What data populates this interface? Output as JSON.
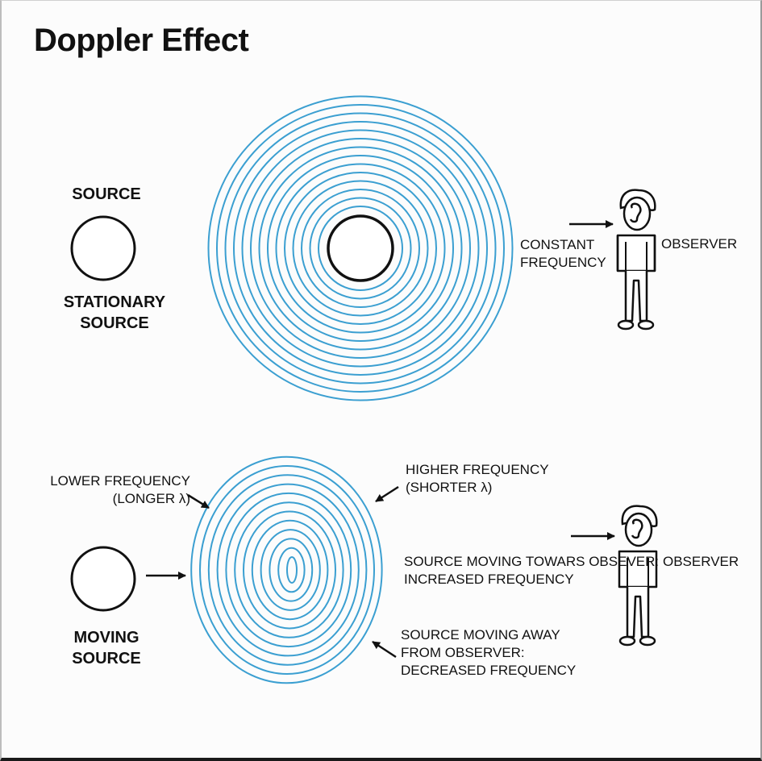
{
  "title": "Doppler Effect",
  "stationary": {
    "source_top_label": "SOURCE",
    "source_caption_line1": "STATIONARY",
    "source_caption_line2": "SOURCE",
    "frequency_line1": "CONSTANT",
    "frequency_line2": "FREQUENCY",
    "observer_label": "OBSERVER"
  },
  "moving": {
    "source_caption_line1": "MOVING",
    "source_caption_line2": "SOURCE",
    "lower_line1": "LOWER FREQUENCY",
    "lower_line2": "(LONGER λ)",
    "higher_line1": "HIGHER FREQUENCY",
    "higher_line2": "(SHORTER λ)",
    "towards_line1": "SOURCE MOVING TOWARS OBSEVER:",
    "towards_line2": "INCREASED FREQUENCY",
    "away_line1": "SOURCE MOVING AWAY",
    "away_line2": "FROM OBSERVER:",
    "away_line3": "DECREASED FREQUENCY",
    "observer_label": "OBSERVER"
  },
  "colors": {
    "wave": "#3b9fd1",
    "ink": "#111111",
    "ear": "#ffffff"
  },
  "icons": {
    "source": "circle",
    "observer": "person-with-ear-icon",
    "arrow": "right-arrow-icon"
  }
}
